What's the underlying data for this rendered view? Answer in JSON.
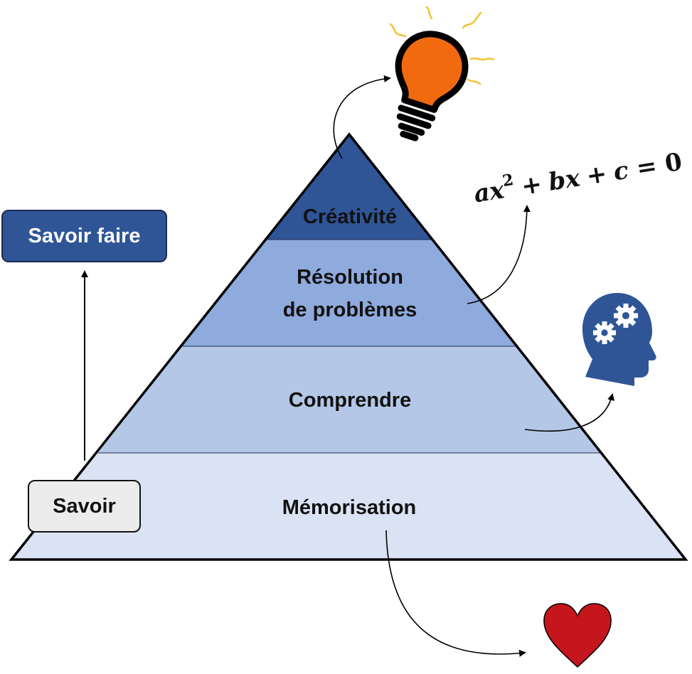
{
  "levels": [
    {
      "label": "Créativité",
      "color": "#2f5597"
    },
    {
      "label_line1": "Résolution",
      "label_line2": "de problèmes",
      "color": "#8faadc"
    },
    {
      "label": "Comprendre",
      "color": "#b4c7e7"
    },
    {
      "label": "Mémorisation",
      "color": "#dae3f3"
    }
  ],
  "boxes": {
    "savoir_faire": {
      "label": "Savoir faire",
      "color": "#2f5597"
    },
    "savoir": {
      "label": "Savoir",
      "color": "#ececec"
    }
  },
  "formula": {
    "a": "a",
    "x1": "x",
    "exp": "2",
    "plus1": "+",
    "b": "b",
    "x2": "x",
    "plus2": "+",
    "c": "c",
    "equals": "=",
    "zero": "0"
  },
  "icons": {
    "bulb": "lightbulb-icon",
    "head": "head-gears-icon",
    "heart": "heart-icon"
  },
  "colors": {
    "bulb": "#f26a0f",
    "bulb_rays": "#f2c230",
    "head": "#2f5597",
    "heart": "#c5161d",
    "outline": "#000000"
  }
}
